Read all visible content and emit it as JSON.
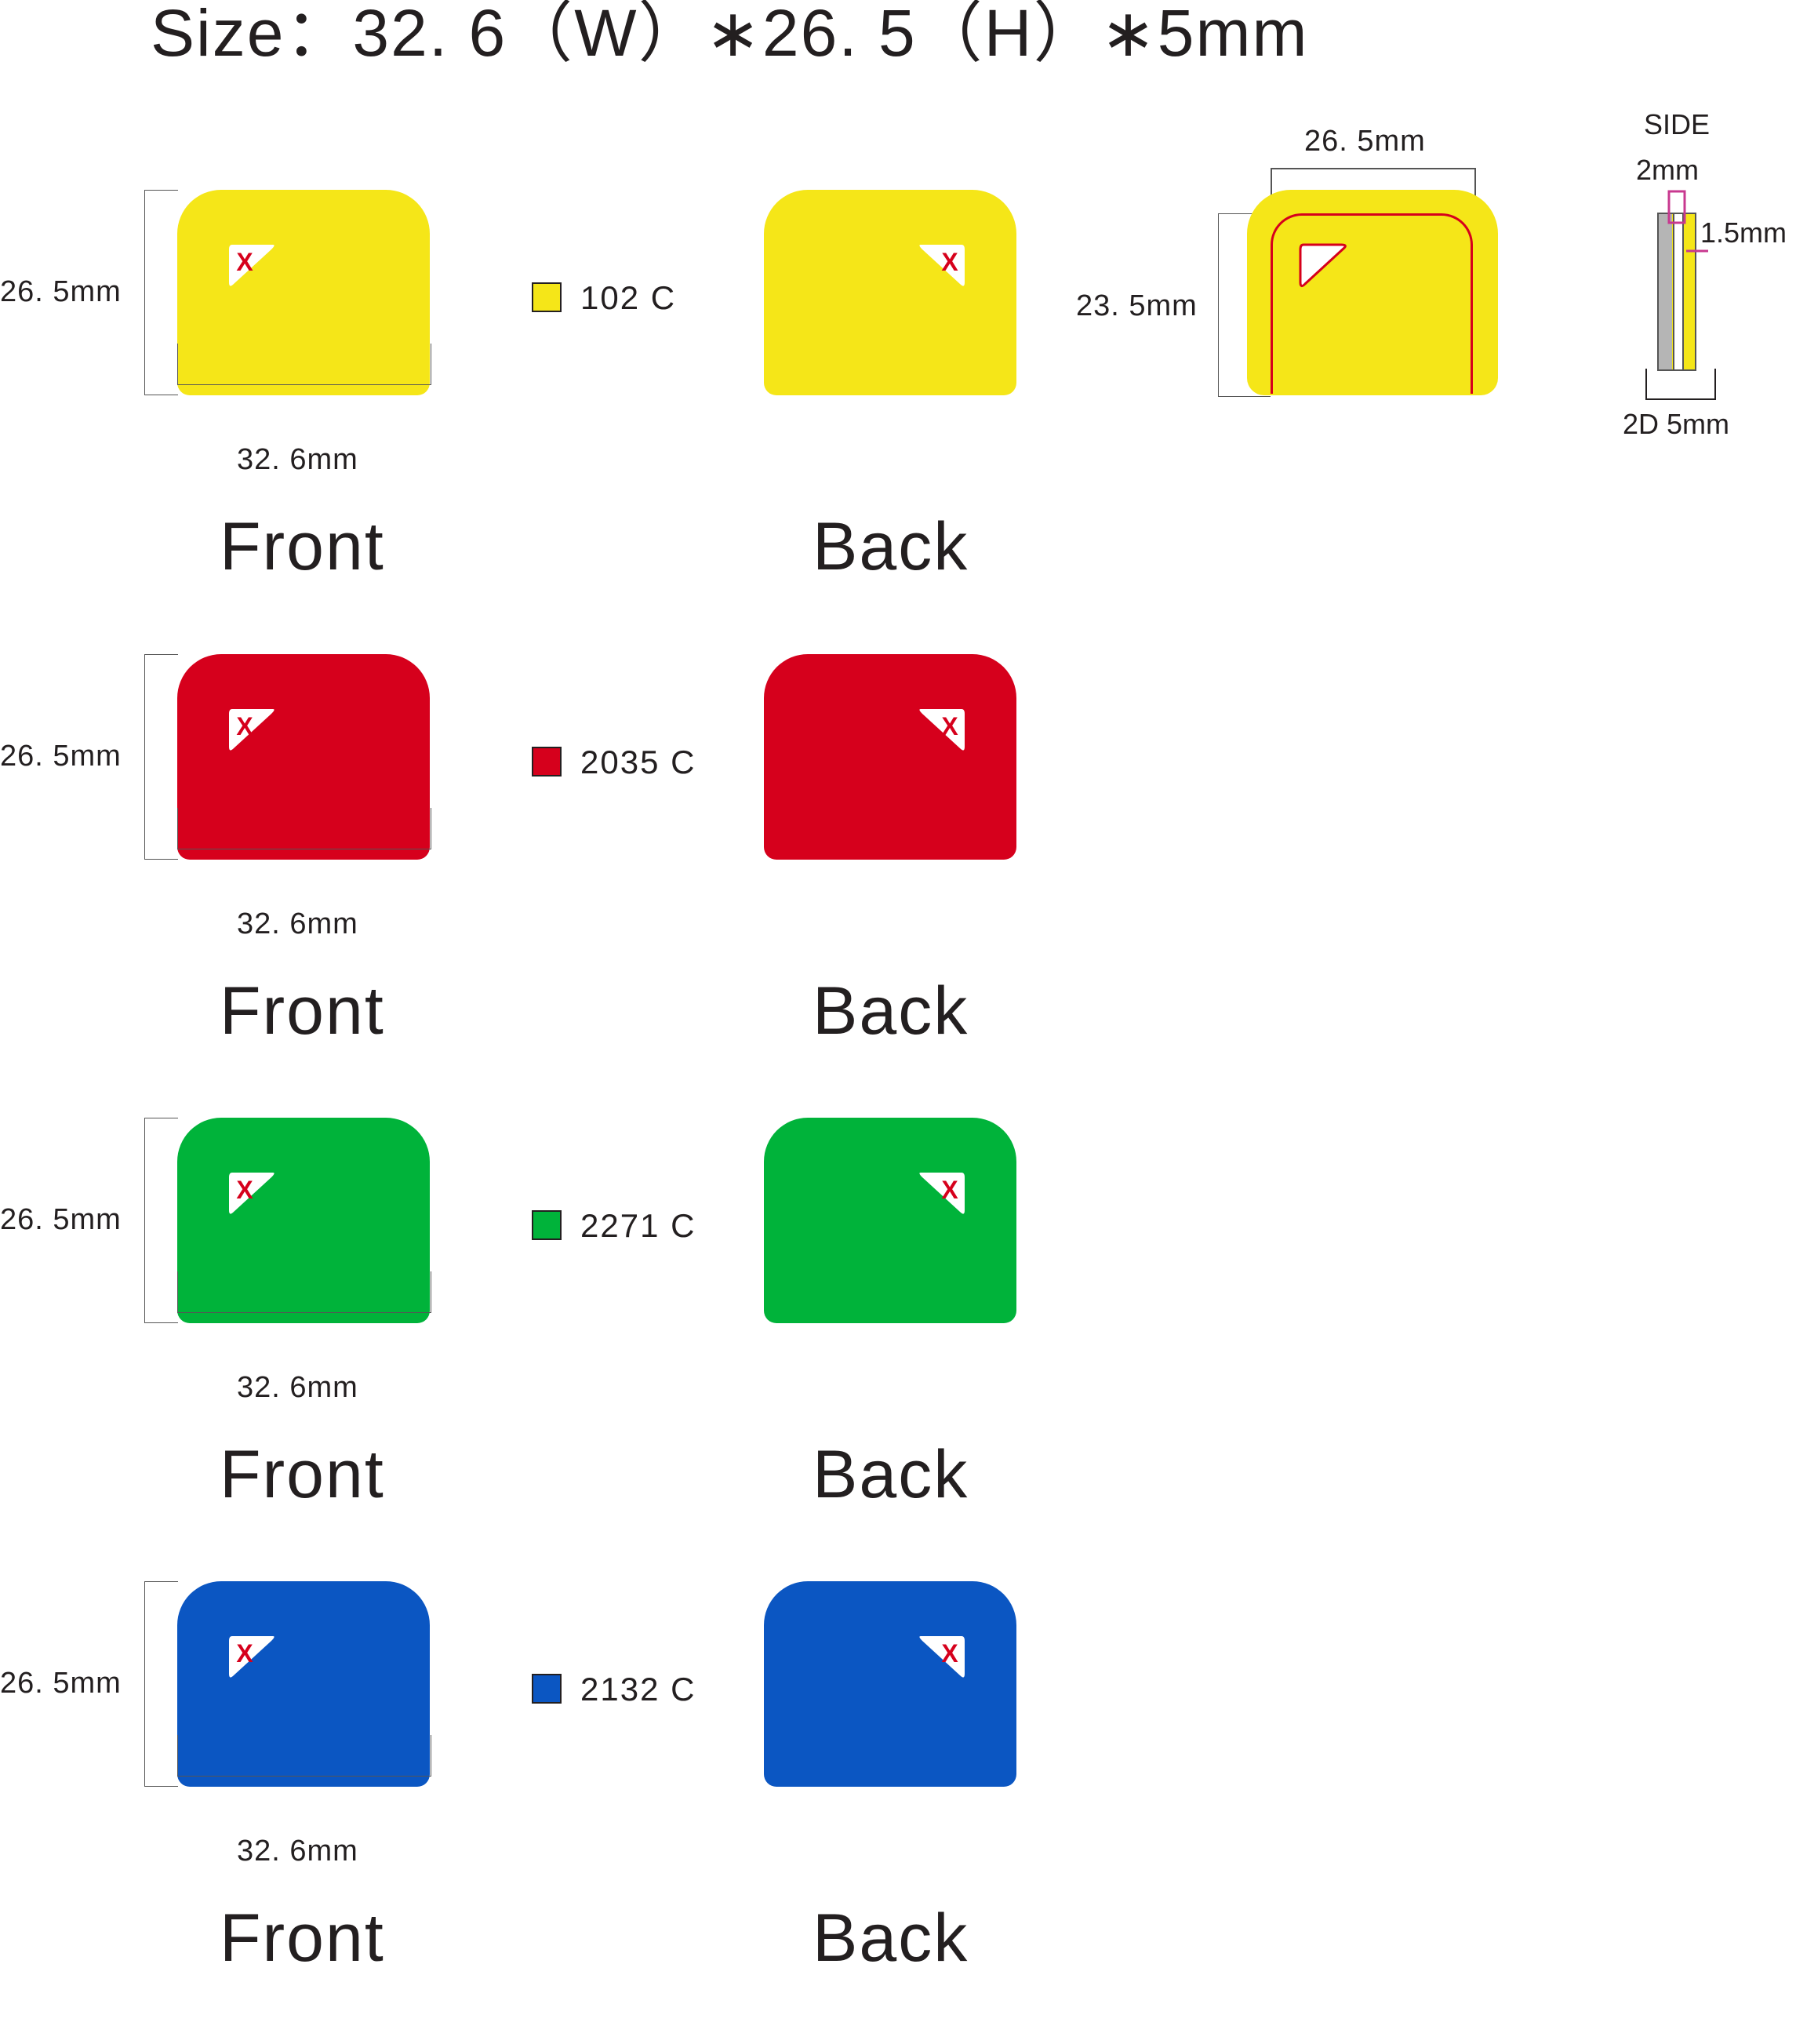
{
  "title": "Size：32. 6（W）∗26. 5（H）∗5mm",
  "mark": "X",
  "dims": {
    "height": "26. 5mm",
    "width": "32. 6mm"
  },
  "labels": {
    "front": "Front",
    "back": "Back"
  },
  "variants": [
    {
      "code": "102  C",
      "color": "#f5e618"
    },
    {
      "code": "2035  C",
      "color": "#d6001c"
    },
    {
      "code": "2271  C",
      "color": "#00b33a"
    },
    {
      "code": "2132  C",
      "color": "#0b56c2"
    }
  ],
  "insert_detail": {
    "top_dim": "26. 5mm",
    "side_dim": "23. 5mm",
    "color": "#f5e618",
    "outline_color": "#d6001c"
  },
  "side_detail": {
    "title": "SIDE",
    "top_dim": "2mm",
    "right_dim": "1.5mm",
    "bottom_dim": "2D 5mm",
    "accent_color": "#c8388f"
  }
}
